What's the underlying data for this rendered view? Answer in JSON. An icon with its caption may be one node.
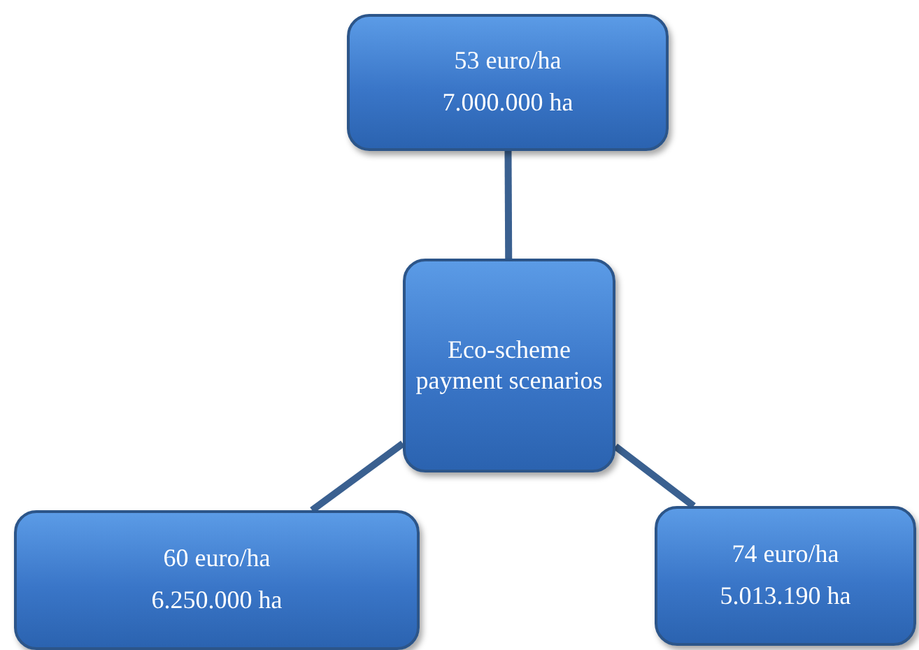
{
  "diagram": {
    "nodes": [
      {
        "text": [
          "Eco-scheme payment scenarios"
        ]
      },
      {
        "text": [
          "53 euro/ha",
          "7.000.000 ha"
        ]
      },
      {
        "text": [
          "60 euro/ha",
          "6.250.000 ha"
        ]
      },
      {
        "text": [
          "74 euro/ha",
          "5.013.190 ha"
        ]
      }
    ],
    "edges": [
      {
        "from": 0,
        "to": 1,
        "arrow": "none"
      },
      {
        "from": 0,
        "to": 2,
        "arrow": "none"
      },
      {
        "from": 0,
        "to": 3,
        "arrow": "none"
      }
    ]
  }
}
